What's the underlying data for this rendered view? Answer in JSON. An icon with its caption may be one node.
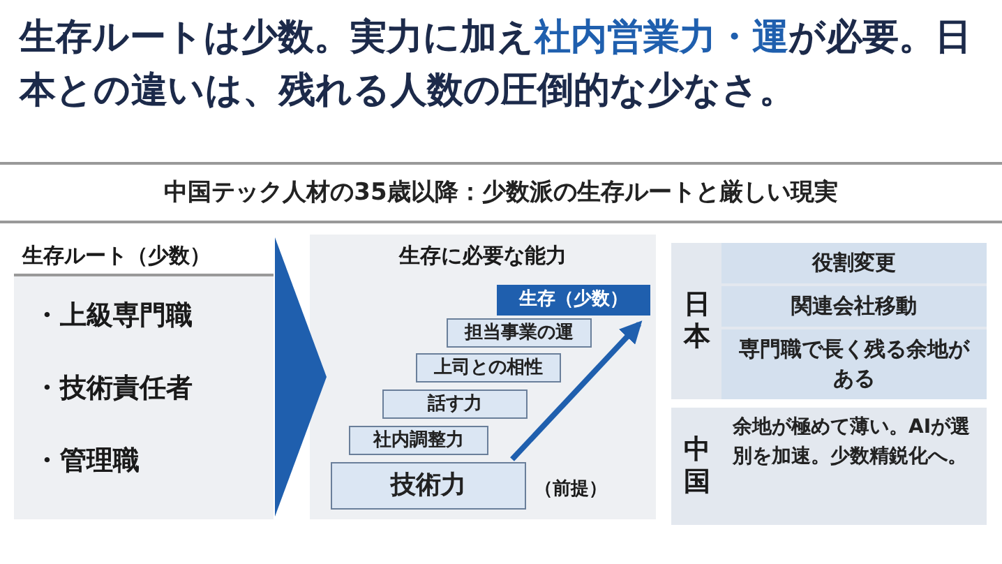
{
  "diagram": {
    "title": "生存ルートは少数。実力に加え**社内営業力・運**が必要。日本との違いは、残れる人数の圧倒的な少なさ。",
    "nodes": [
      {
        "text": [
          "生存ルート（少数）",
          "・上級専門職",
          "・技術責任者",
          "・管理職"
        ]
      },
      {
        "text": [
          "生存に必要な能力"
        ]
      },
      {
        "text": [
          "生存（少数）"
        ],
        "in": 1
      },
      {
        "text": [
          "担当事業の運"
        ],
        "in": 1
      },
      {
        "text": [
          "上司との相性"
        ],
        "in": 1
      },
      {
        "text": [
          "話す力"
        ],
        "in": 1
      },
      {
        "text": [
          "社内調整力"
        ],
        "in": 1
      },
      {
        "text": [
          "技術力"
        ],
        "in": 1,
        "beside": [
          "（前提）"
        ]
      },
      {
        "text": [
          "日本"
        ]
      },
      {
        "text": [
          "役割変更"
        ],
        "in": 8
      },
      {
        "text": [
          "関連会社移動"
        ],
        "in": 8
      },
      {
        "text": [
          "専門職で長く残る余地がある"
        ],
        "in": 8
      },
      {
        "text": [
          "中国"
        ]
      },
      {
        "text": [
          "余地が極めて薄い。AIが選別を加速。少数精鋭化へ。"
        ],
        "in": 12
      }
    ],
    "edges": [
      {
        "from": 0,
        "to": 1,
        "arrow": "to",
        "style": "thick"
      },
      {
        "from": 7,
        "to": 2,
        "arrow": "to"
      }
    ],
    "labels": [
      "中国テック人材の35歳以降：少数派の生存ルートと厳しい現実"
    ]
  }
}
